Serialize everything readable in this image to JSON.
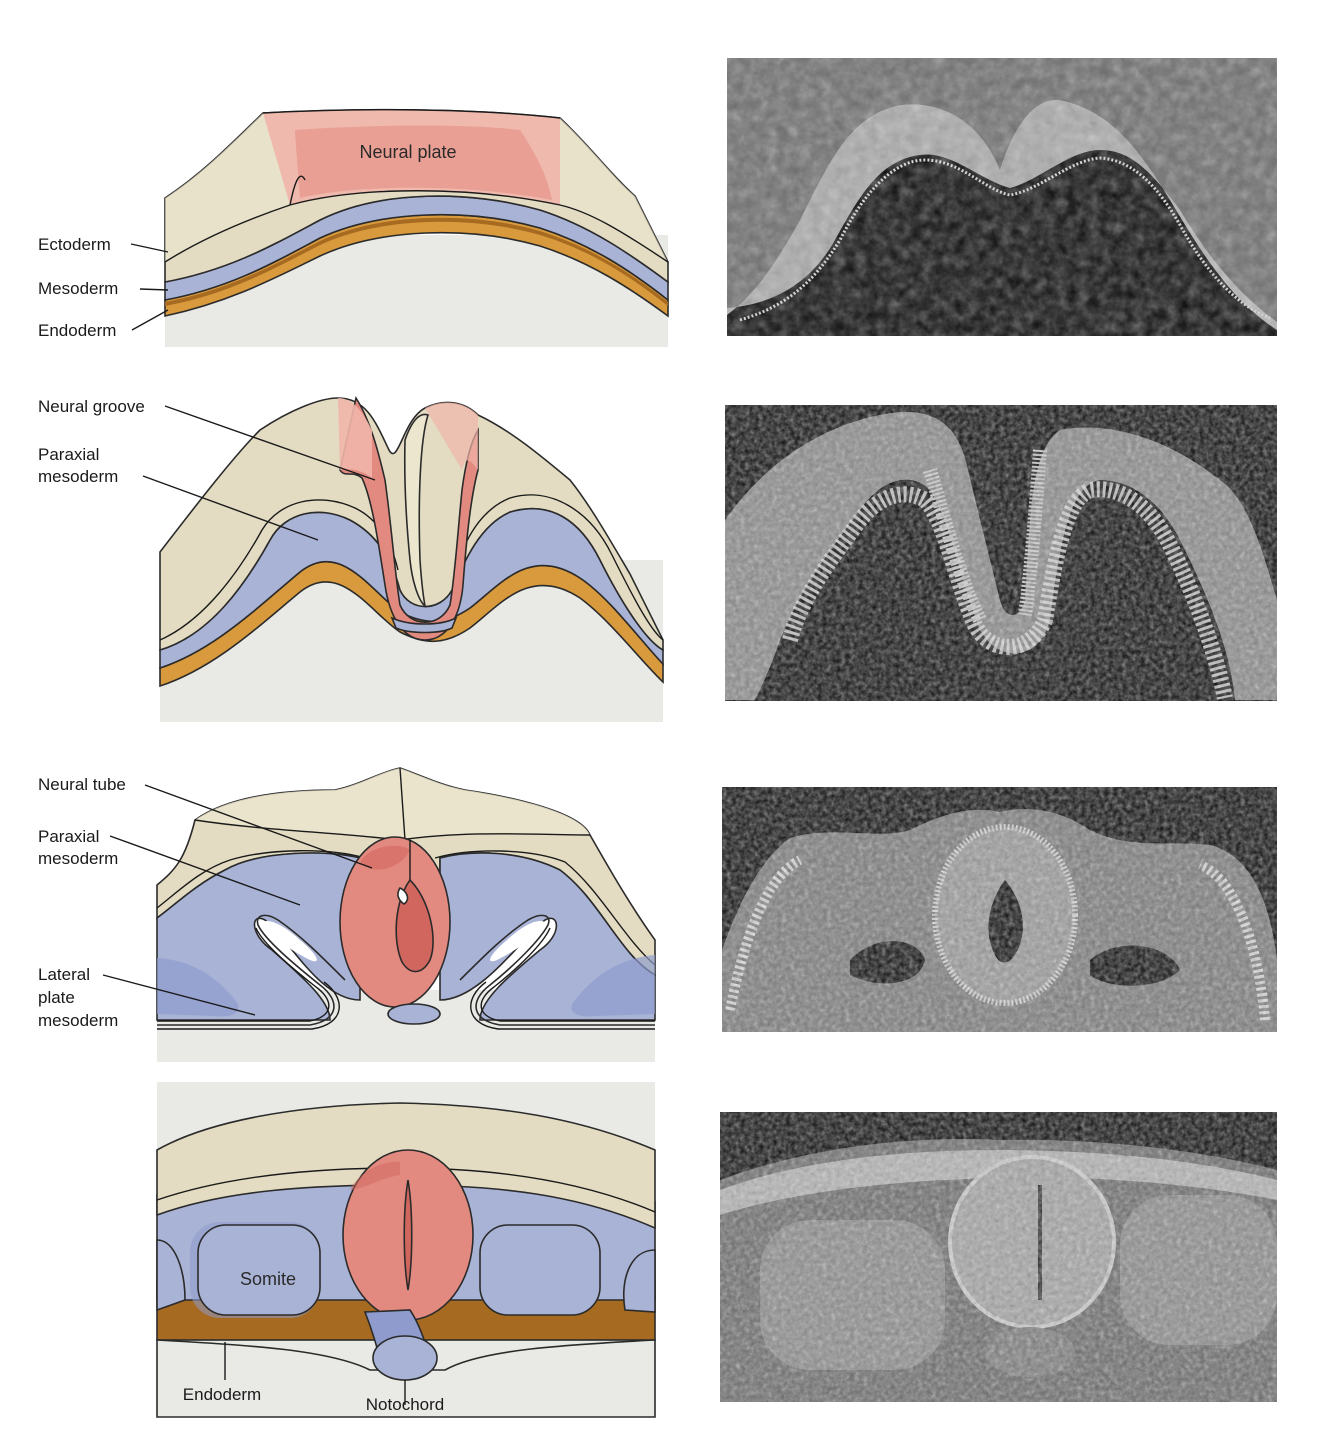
{
  "colors": {
    "ectoderm": "#e3dcc2",
    "ectoderm_light": "#ece6cf",
    "neural": "#e38a80",
    "neural_light": "#f0b5aa",
    "neural_dark": "#d0665d",
    "mesoderm": "#a9b3d6",
    "mesoderm_dark": "#8e9bcc",
    "endoderm": "#d89a3c",
    "endoderm_dark": "#a66a20",
    "yolk": "#e9e9e6",
    "sem_bg": "#0a0a0a"
  },
  "panels": [
    {
      "labels": {
        "ectoderm": "Ectoderm",
        "mesoderm": "Mesoderm",
        "endoderm": "Endoderm",
        "neural_plate": "Neural plate"
      }
    },
    {
      "labels": {
        "neural_groove": "Neural groove",
        "paraxial_line1": "Paraxial",
        "paraxial_line2": "mesoderm"
      }
    },
    {
      "labels": {
        "neural_tube": "Neural tube",
        "paraxial_line1": "Paraxial",
        "paraxial_line2": "mesoderm",
        "lateral_line1": "Lateral",
        "lateral_line2": "plate",
        "lateral_line3": "mesoderm"
      }
    },
    {
      "labels": {
        "somite": "Somite",
        "endoderm": "Endoderm",
        "notochord": "Notochord"
      }
    }
  ],
  "micrographs": [
    {
      "stage": "neural-plate"
    },
    {
      "stage": "neural-groove"
    },
    {
      "stage": "neural-tube"
    },
    {
      "stage": "somite"
    }
  ]
}
